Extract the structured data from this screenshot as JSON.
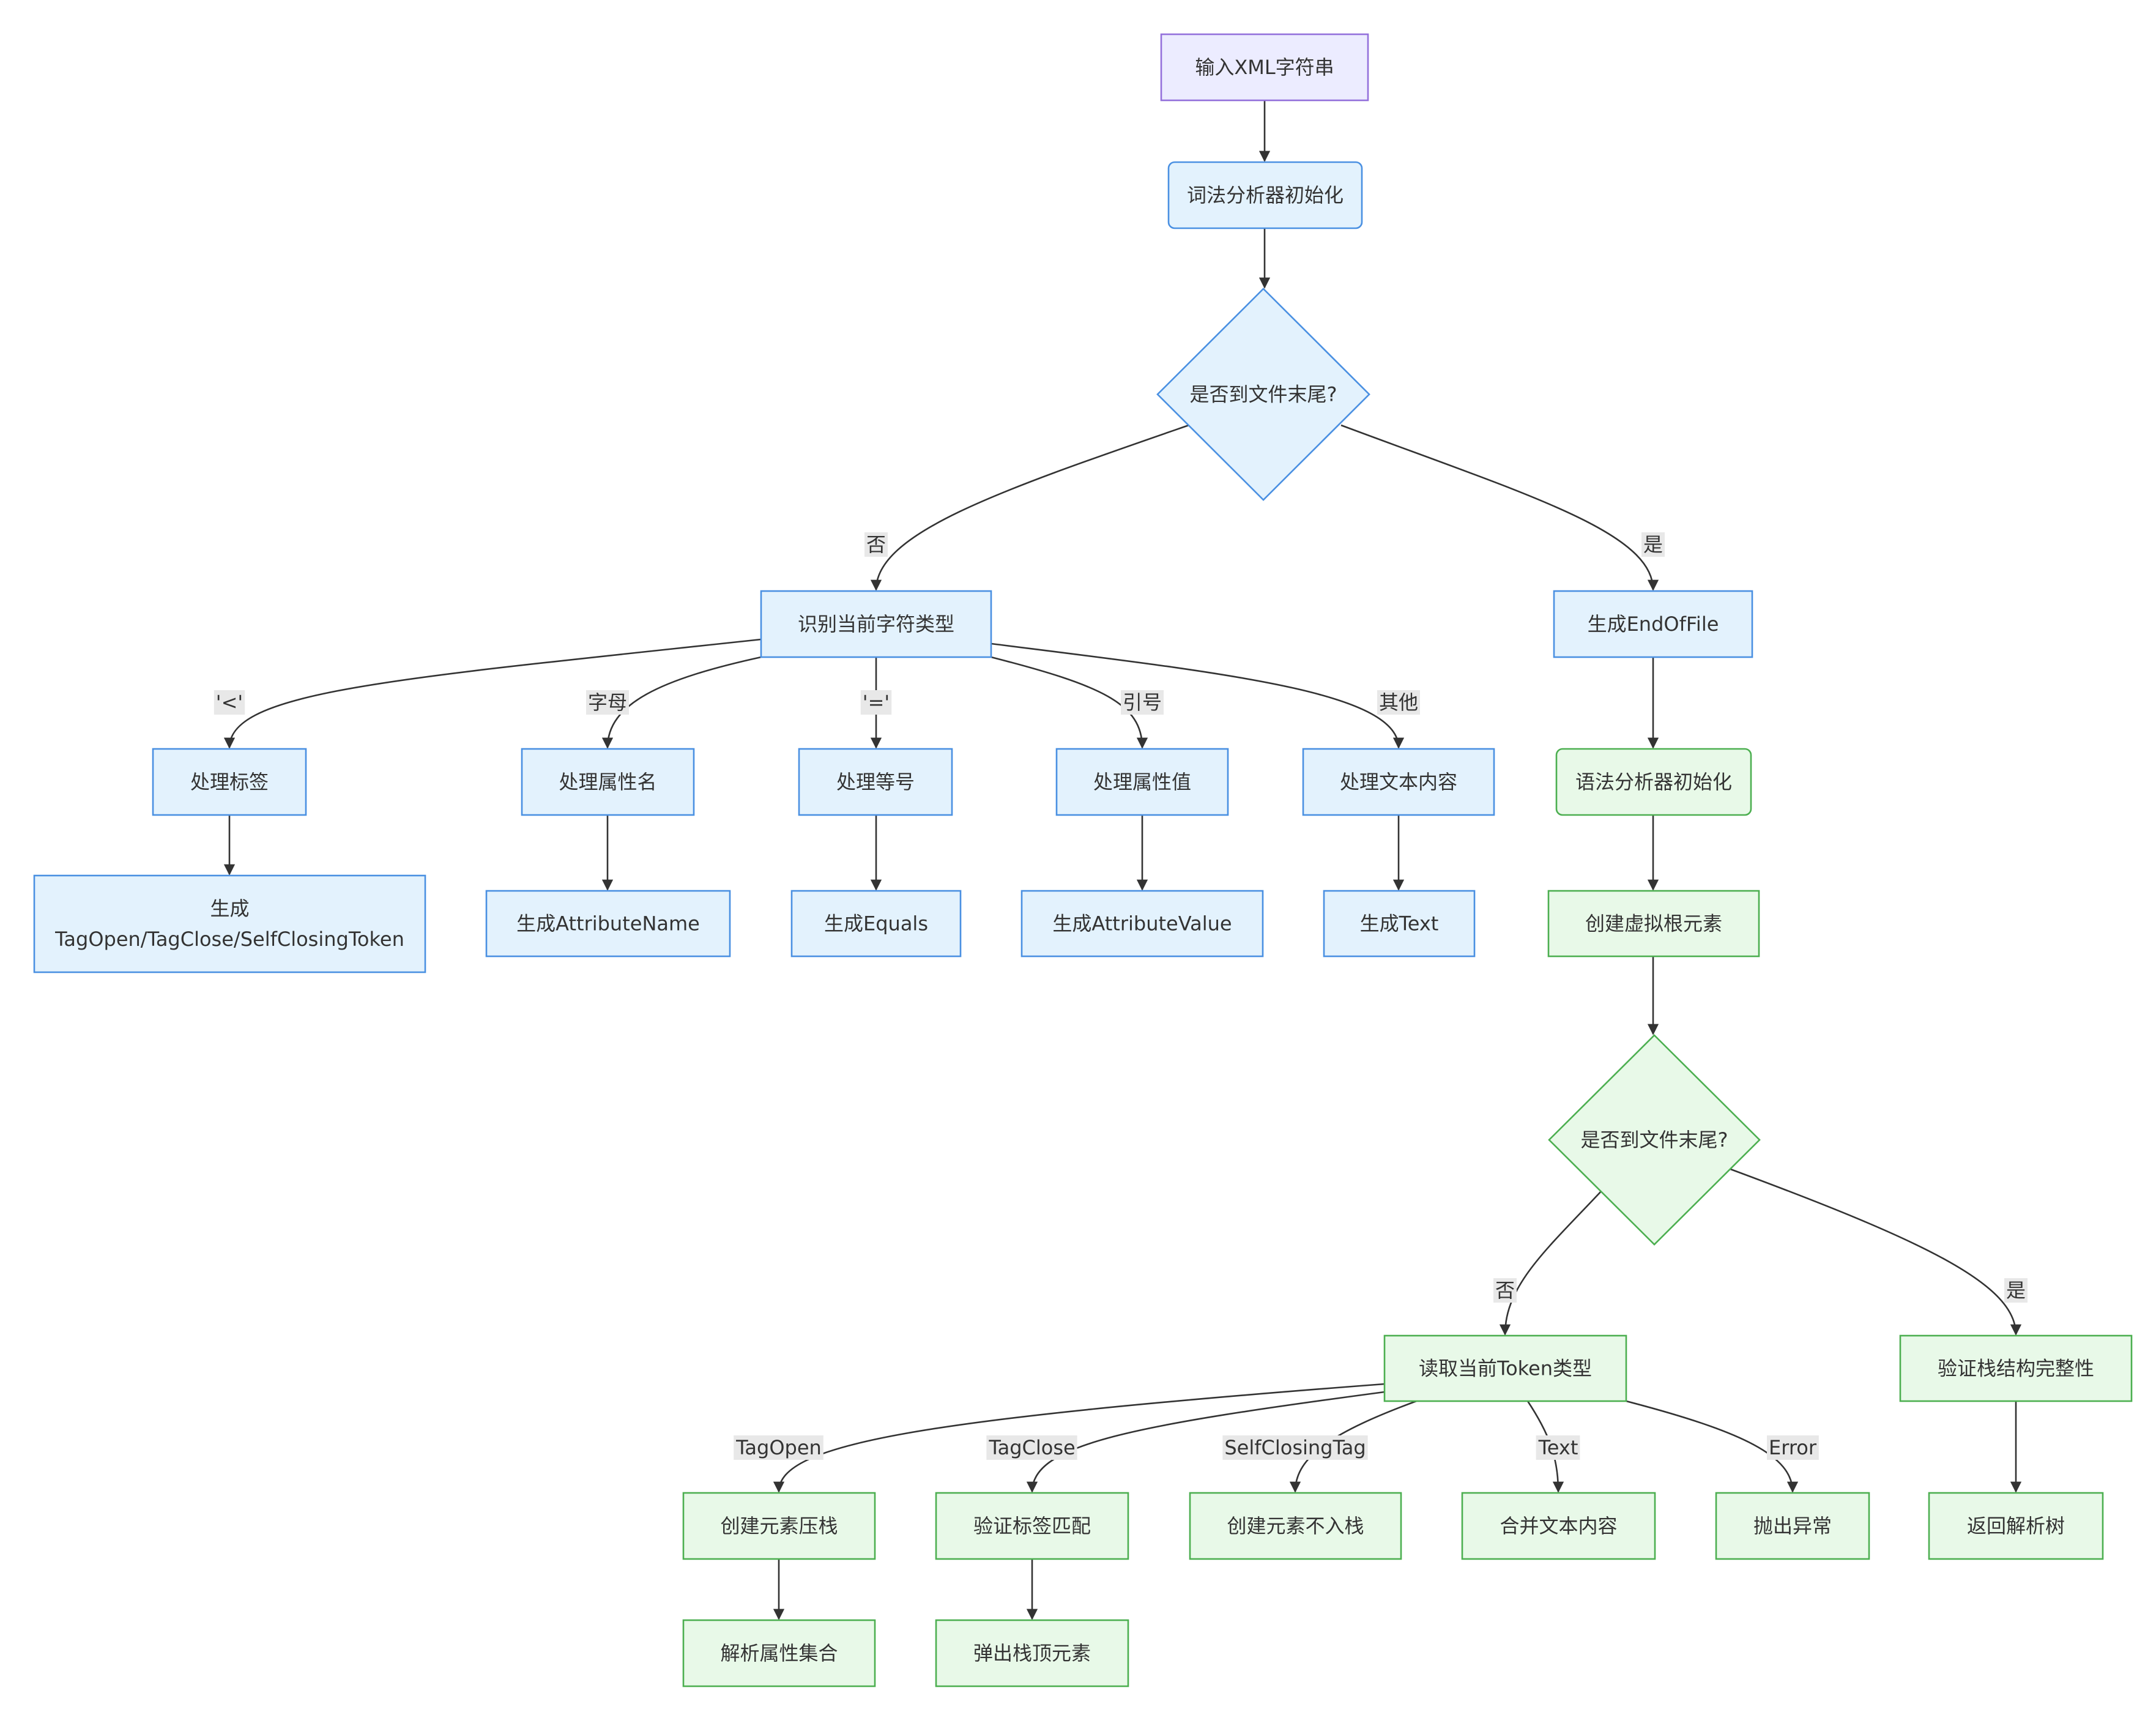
{
  "colors": {
    "start_fill": "#ECECFF",
    "start_stroke": "#9370DB",
    "lexer_fill": "#E3F2FD",
    "lexer_stroke": "#4A90E2",
    "parser_fill": "#E8F9E8",
    "parser_stroke": "#4CAF50",
    "edge": "#333333",
    "label_bg": "#E8E8E8",
    "text": "#333333"
  },
  "nodes": [
    {
      "id": "input",
      "kind": "rect",
      "style": "start",
      "lines": [
        "输入XML字符串"
      ]
    },
    {
      "id": "lexinit",
      "kind": "rect",
      "style": "lexer",
      "lines": [
        "词法分析器初始化"
      ]
    },
    {
      "id": "eof1",
      "kind": "diamond",
      "style": "lexer",
      "lines": [
        "是否到文件末尾?"
      ]
    },
    {
      "id": "idchar",
      "kind": "rect",
      "style": "lexer",
      "lines": [
        "识别当前字符类型"
      ]
    },
    {
      "id": "geneof",
      "kind": "rect",
      "style": "lexer",
      "lines": [
        "生成EndOfFile"
      ]
    },
    {
      "id": "tag",
      "kind": "rect",
      "style": "lexer",
      "lines": [
        "处理标签"
      ]
    },
    {
      "id": "attrname",
      "kind": "rect",
      "style": "lexer",
      "lines": [
        "处理属性名"
      ]
    },
    {
      "id": "equals",
      "kind": "rect",
      "style": "lexer",
      "lines": [
        "处理等号"
      ]
    },
    {
      "id": "attrval",
      "kind": "rect",
      "style": "lexer",
      "lines": [
        "处理属性值"
      ]
    },
    {
      "id": "text",
      "kind": "rect",
      "style": "lexer",
      "lines": [
        "处理文本内容"
      ]
    },
    {
      "id": "gentag",
      "kind": "rect",
      "style": "lexer",
      "lines": [
        "生成",
        "TagOpen/TagClose/SelfClosingToken"
      ]
    },
    {
      "id": "genattrname",
      "kind": "rect",
      "style": "lexer",
      "lines": [
        "生成AttributeName"
      ]
    },
    {
      "id": "genequals",
      "kind": "rect",
      "style": "lexer",
      "lines": [
        "生成Equals"
      ]
    },
    {
      "id": "genattrval",
      "kind": "rect",
      "style": "lexer",
      "lines": [
        "生成AttributeValue"
      ]
    },
    {
      "id": "gentext",
      "kind": "rect",
      "style": "lexer",
      "lines": [
        "生成Text"
      ]
    },
    {
      "id": "parseinit",
      "kind": "rect",
      "style": "parser",
      "lines": [
        "语法分析器初始化"
      ]
    },
    {
      "id": "vroot",
      "kind": "rect",
      "style": "parser",
      "lines": [
        "创建虚拟根元素"
      ]
    },
    {
      "id": "eof2",
      "kind": "diamond",
      "style": "parser",
      "lines": [
        "是否到文件末尾?"
      ]
    },
    {
      "id": "readtok",
      "kind": "rect",
      "style": "parser",
      "lines": [
        "读取当前Token类型"
      ]
    },
    {
      "id": "verifystack",
      "kind": "rect",
      "style": "parser",
      "lines": [
        "验证栈结构完整性"
      ]
    },
    {
      "id": "push",
      "kind": "rect",
      "style": "parser",
      "lines": [
        "创建元素压栈"
      ]
    },
    {
      "id": "matchtag",
      "kind": "rect",
      "style": "parser",
      "lines": [
        "验证标签匹配"
      ]
    },
    {
      "id": "nopush",
      "kind": "rect",
      "style": "parser",
      "lines": [
        "创建元素不入栈"
      ]
    },
    {
      "id": "merge",
      "kind": "rect",
      "style": "parser",
      "lines": [
        "合并文本内容"
      ]
    },
    {
      "id": "throw",
      "kind": "rect",
      "style": "parser",
      "lines": [
        "抛出异常"
      ]
    },
    {
      "id": "returntree",
      "kind": "rect",
      "style": "parser",
      "lines": [
        "返回解析树"
      ]
    },
    {
      "id": "parseattrs",
      "kind": "rect",
      "style": "parser",
      "lines": [
        "解析属性集合"
      ]
    },
    {
      "id": "pop",
      "kind": "rect",
      "style": "parser",
      "lines": [
        "弹出栈顶元素"
      ]
    }
  ],
  "edges": [
    {
      "from": "input",
      "to": "lexinit",
      "label": ""
    },
    {
      "from": "lexinit",
      "to": "eof1",
      "label": ""
    },
    {
      "from": "eof1",
      "to": "idchar",
      "label": "否"
    },
    {
      "from": "eof1",
      "to": "geneof",
      "label": "是"
    },
    {
      "from": "idchar",
      "to": "tag",
      "label": "'<'"
    },
    {
      "from": "idchar",
      "to": "attrname",
      "label": "字母"
    },
    {
      "from": "idchar",
      "to": "equals",
      "label": "'='"
    },
    {
      "from": "idchar",
      "to": "attrval",
      "label": "引号"
    },
    {
      "from": "idchar",
      "to": "text",
      "label": "其他"
    },
    {
      "from": "tag",
      "to": "gentag",
      "label": ""
    },
    {
      "from": "attrname",
      "to": "genattrname",
      "label": ""
    },
    {
      "from": "equals",
      "to": "genequals",
      "label": ""
    },
    {
      "from": "attrval",
      "to": "genattrval",
      "label": ""
    },
    {
      "from": "text",
      "to": "gentext",
      "label": ""
    },
    {
      "from": "geneof",
      "to": "parseinit",
      "label": ""
    },
    {
      "from": "parseinit",
      "to": "vroot",
      "label": ""
    },
    {
      "from": "vroot",
      "to": "eof2",
      "label": ""
    },
    {
      "from": "eof2",
      "to": "readtok",
      "label": "否"
    },
    {
      "from": "eof2",
      "to": "verifystack",
      "label": "是"
    },
    {
      "from": "readtok",
      "to": "push",
      "label": "TagOpen"
    },
    {
      "from": "readtok",
      "to": "matchtag",
      "label": "TagClose"
    },
    {
      "from": "readtok",
      "to": "nopush",
      "label": "SelfClosingTag"
    },
    {
      "from": "readtok",
      "to": "merge",
      "label": "Text"
    },
    {
      "from": "readtok",
      "to": "throw",
      "label": "Error"
    },
    {
      "from": "verifystack",
      "to": "returntree",
      "label": ""
    },
    {
      "from": "push",
      "to": "parseattrs",
      "label": ""
    },
    {
      "from": "matchtag",
      "to": "pop",
      "label": ""
    }
  ]
}
